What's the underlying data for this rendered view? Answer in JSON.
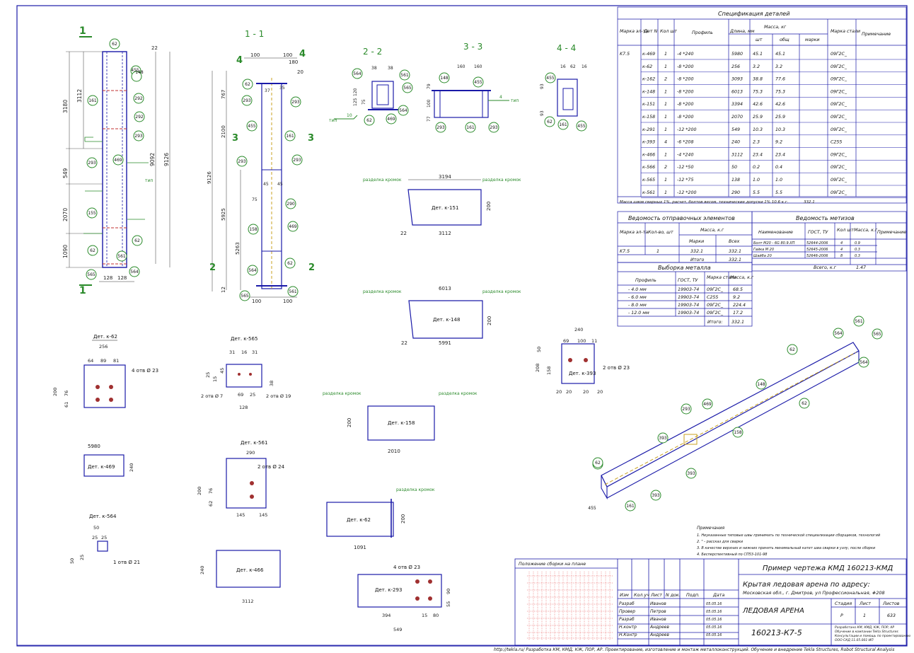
{
  "views": {
    "v11": "1 - 1",
    "v22": "2 - 2",
    "v33": "3 - 3",
    "v44": "4 - 4",
    "cut1": "1",
    "cut2": "2",
    "cut3": "3",
    "cut4": "4"
  },
  "elevation": {
    "dims_left": [
      "3180",
      "549",
      "2070",
      "1090"
    ],
    "dims_mid": [
      "3112"
    ],
    "dims_right": [
      "9092",
      "9126"
    ],
    "dims_top": [
      "22"
    ],
    "dims_bottom": [
      "128",
      "128"
    ],
    "marks": [
      "62",
      "455",
      "148",
      "161",
      "292",
      "292",
      "293",
      "293",
      "469",
      "155",
      "62",
      "62",
      "561",
      "565",
      "564"
    ],
    "weld": "тип"
  },
  "section11": {
    "dims_top": [
      "100",
      "100",
      "180",
      "20"
    ],
    "dims_left": [
      "767",
      "2100",
      "9126",
      "5925",
      "5263",
      "12"
    ],
    "dims_bottom": [
      "100",
      "100"
    ],
    "dims_inner": [
      "37",
      "35",
      "45",
      "45",
      "75"
    ],
    "marks": [
      "62",
      "293",
      "293",
      "455",
      "161",
      "293",
      "293",
      "290",
      "158",
      "469",
      "564",
      "62",
      "565",
      "561"
    ]
  },
  "sec22": {
    "dims": [
      "38",
      "38",
      "120",
      "125",
      "75"
    ],
    "marks": [
      "564",
      "561",
      "565",
      "564",
      "62",
      "469"
    ],
    "weld": [
      "тип",
      "10"
    ]
  },
  "sec33": {
    "dims": [
      "160",
      "160",
      "79",
      "100",
      "77"
    ],
    "marks": [
      "148",
      "455",
      "293",
      "161",
      "293"
    ],
    "weld": [
      "тип",
      "4"
    ]
  },
  "sec44": {
    "dims": [
      "16",
      "62",
      "16",
      "93",
      "93"
    ],
    "marks": [
      "455",
      "62",
      "161",
      "455"
    ]
  },
  "details": {
    "k151": {
      "label": "Дет. к-151",
      "l": "3194",
      "b": "3112",
      "h": "200",
      "e": "22",
      "note": "разделка кромок"
    },
    "k148": {
      "label": "Дет. к-148",
      "l": "6013",
      "b": "5991",
      "h": "200",
      "e": "22",
      "note": "разделка кромок"
    },
    "k158": {
      "label": "Дет. к-158",
      "b": "2010",
      "h": "200",
      "note": "разделка кромок"
    },
    "k62": {
      "title": "Дет. к-62",
      "l": "1091",
      "h": "200",
      "note": "разделка кромок"
    },
    "p62": {
      "title": "Дет. к-62",
      "w": "256",
      "d": [
        "64",
        "89",
        "81"
      ],
      "h": [
        "200",
        "76"
      ],
      "e": "61",
      "holes": "4 отв Ø 23"
    },
    "p565": {
      "title": "Дет. к-565",
      "d": [
        "31",
        "16",
        "31"
      ],
      "v": [
        "25",
        "15",
        "45"
      ],
      "w": "128",
      "holes1": "2 отв Ø 7",
      "holes2": "2 отв Ø 19",
      "d2": [
        "69",
        "25"
      ],
      "e": "38"
    },
    "p469": {
      "title": "Дет. к-469",
      "l": "5980",
      "h": "240"
    },
    "p561": {
      "title": "Дет. к-561",
      "w": "290",
      "h": [
        "200",
        "76",
        "62"
      ],
      "e": "76",
      "d": [
        "145",
        "145"
      ],
      "holes": "2 отв Ø 24"
    },
    "p564": {
      "title": "Дет. к-564",
      "d": [
        "50",
        "25",
        "25",
        "25",
        "50"
      ],
      "holes": "1 отв Ø 21"
    },
    "p466": {
      "title": "Дет. к-466",
      "l": "3112",
      "h": "240"
    },
    "p293": {
      "title": "Дет. к-293",
      "holes": "4 отв Ø 23",
      "d": [
        "394",
        "15",
        "80",
        "549",
        "90",
        "55"
      ]
    },
    "p393": {
      "title": "Дет. к-393",
      "w": "240",
      "d": [
        "69",
        "100",
        "11",
        "20",
        "20",
        "20",
        "20"
      ],
      "h": [
        "208",
        "158",
        "50"
      ],
      "holes": "2 отв Ø 23"
    }
  },
  "spec": {
    "title": "Спецификация деталей",
    "headers": [
      "Марка эл-та",
      "Дет N",
      "Кол шт",
      "Профиль",
      "Длина, мм",
      "Масса, кг",
      "шт",
      "общ",
      "марки",
      "Марка стали",
      "Примечание"
    ],
    "mark": "K7.5",
    "rows": [
      [
        "к-469",
        "1",
        "-4 *240",
        "5980",
        "45.1",
        "45.1",
        "",
        "09Г2С_"
      ],
      [
        "к-62",
        "1",
        "-8 *200",
        "256",
        "3.2",
        "3.2",
        "",
        "09Г2С_"
      ],
      [
        "к-162",
        "2",
        "-8 *200",
        "3093",
        "38.8",
        "77.6",
        "",
        "09Г2С_"
      ],
      [
        "к-148",
        "1",
        "-8 *200",
        "6013",
        "75.3",
        "75.3",
        "",
        "09Г2С_"
      ],
      [
        "к-151",
        "1",
        "-8 *200",
        "3394",
        "42.6",
        "42.6",
        "",
        "09Г2С_"
      ],
      [
        "к-158",
        "1",
        "-8 *200",
        "2070",
        "25.9",
        "25.9",
        "",
        "09Г2С_"
      ],
      [
        "к-291",
        "1",
        "-12 *200",
        "549",
        "10.3",
        "10.3",
        "",
        "09Г2С_"
      ],
      [
        "к-393",
        "4",
        "-6 *208",
        "240",
        "2.3",
        "9.2",
        "",
        "С255"
      ],
      [
        "к-466",
        "1",
        "-4 *240",
        "3112",
        "23.4",
        "23.4",
        "",
        "09Г2С_"
      ],
      [
        "к-566",
        "2",
        "-12 *50",
        "50",
        "0.2",
        "0.4",
        "",
        "09Г2С_"
      ],
      [
        "к-565",
        "1",
        "-12 *75",
        "138",
        "1.0",
        "1.0",
        "",
        "09Г2С_"
      ],
      [
        "к-561",
        "1",
        "-12 *200",
        "290",
        "5.5",
        "5.5",
        "",
        "09Г2С_"
      ]
    ],
    "mass_note": "Масса швов сварных 1%, расчет, болтов весом, технические допуски 1%  10.6 к.г.",
    "total": "332.1"
  },
  "shipping": {
    "title": "Ведомость отправочных элементов",
    "headers": [
      "Марка эл-та",
      "Кол-во, шт",
      "Масса, к.г",
      "Марки",
      "Всех"
    ],
    "row": [
      "K7.5",
      "1",
      "332.1",
      "332.1"
    ],
    "total_label": "Итого",
    "total": "332.1"
  },
  "hardware": {
    "title": "Ведомость метизов",
    "headers": [
      "Наименование",
      "ГОСТ, ТУ",
      "Кол шт",
      "Масса, к.г",
      "Примечание"
    ],
    "rows": [
      [
        "Болт М20 - 6G 80.9.XП",
        "52644-2006",
        "4",
        "0.9"
      ],
      [
        "Гайка М 20",
        "52645-2006",
        "4",
        "0.3"
      ],
      [
        "Шайба 20",
        "52646-2006",
        "8",
        "0.3"
      ]
    ],
    "total_label": "Всего, к.г",
    "total": "1.47"
  },
  "metal": {
    "title": "Выборка металла",
    "headers": [
      "Профиль",
      "ГОСТ, ТУ",
      "Марка стали",
      "Масса, к.г"
    ],
    "rows": [
      [
        "- 4.0 мм",
        "19903-74",
        "09Г2С_",
        "68.5"
      ],
      [
        "- 6.0 мм",
        "19903-74",
        "С255",
        "9.2"
      ],
      [
        "- 8.0 мм",
        "19903-74",
        "09Г2С_",
        "224.4"
      ],
      [
        "- 12.0 мм",
        "19903-74",
        "09Г2С_",
        "17.2"
      ]
    ],
    "total_label": "Итого:",
    "total": "332.1"
  },
  "iso_marks": [
    "561",
    "564",
    "565",
    "564",
    "62",
    "148",
    "62",
    "158",
    "469",
    "293",
    "393",
    "393",
    "393",
    "62",
    "455",
    "161"
  ],
  "notes": {
    "title": "Примечания",
    "items": [
      "1. Неуказанные типовые швы принимать по технической специализации сборщиков, технологий",
      "2. \" - рассказ для сварки",
      "3. В качестве верхних и нижних принять минимальный катет шва сварки в узлу, после сборки",
      "4. Бесперспективный по СП53-101-98"
    ]
  },
  "stamp": {
    "loc_label": "Положение сборки на плане",
    "code_title": "Пример чертежа КМД  160213-КМД",
    "project": "Крытая ледовая арена по адресу:",
    "address": "Московская обл., г. Дмитров, ул Профессиональная, #208",
    "sheet_name": "ЛЕДОВАЯ АРЕНА",
    "code": "160213-К7-5",
    "cols": [
      "Изм",
      "Кол.уч",
      "Лист",
      "N док.",
      "Подп.",
      "Дата"
    ],
    "roles": [
      "Разраб",
      "Провер",
      "Разраб",
      "Н.контр",
      "Н.Контр"
    ],
    "names": [
      "Иванов",
      "Петров",
      "Иванов",
      "Андреев",
      "Андреев"
    ],
    "dates": [
      "05.05.16",
      "05.05.16",
      "05.05.16",
      "05.05.16",
      "05.05.16"
    ],
    "stage_h": [
      "Стадия",
      "Лист",
      "Листов"
    ],
    "stage_v": [
      "Р",
      "1",
      "633"
    ],
    "org": [
      "Разработано КМ, КМД, КЖ, ПОР, АР",
      "Обучение в компании Tekla Structures",
      "Консультации и помощь по проектированию",
      "ООО СКД 11.05.001-ИП"
    ]
  },
  "footer": "http://tekla.ru/  Разработка КМ, КМД, КЖ, ПОР, АР. Проектирование, изготовление и монтаж металлоконструкций. Обучение и внедрение Tekla Structures, Robot Structural Analysis"
}
